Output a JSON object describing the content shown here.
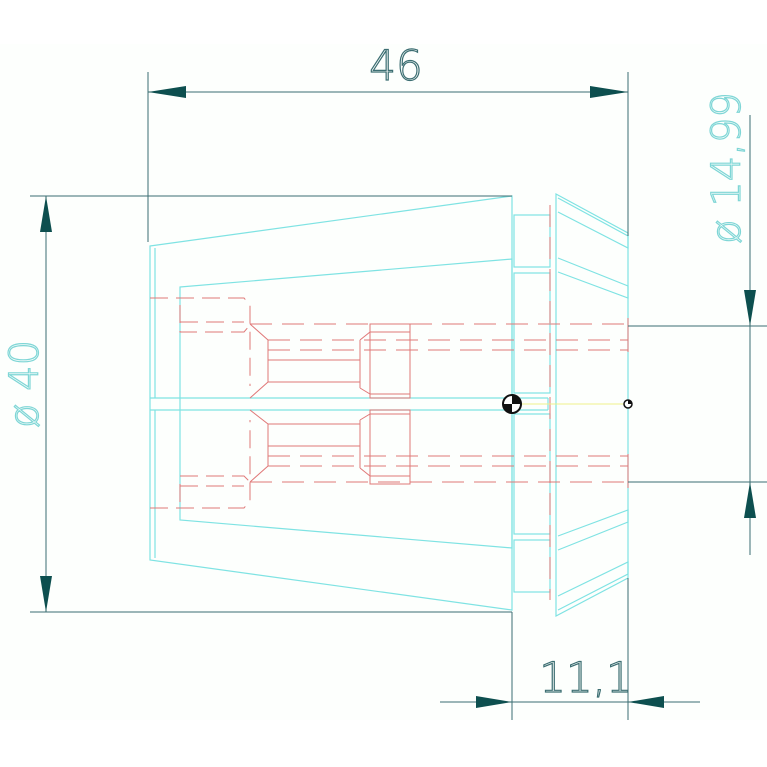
{
  "drawing": {
    "colors": {
      "background": "#fdfffd",
      "dimension": "#3c6e72",
      "arrow": "#0d4f4f",
      "outline": "#7fe3e3",
      "hidden": "#e07878",
      "center": "#f0f08a",
      "marker": "#111111"
    },
    "dimensions": {
      "overall_length": "46",
      "outer_diameter": "ø 40",
      "bore_diameter": "ø 14,99",
      "head_length": "11,1"
    }
  }
}
